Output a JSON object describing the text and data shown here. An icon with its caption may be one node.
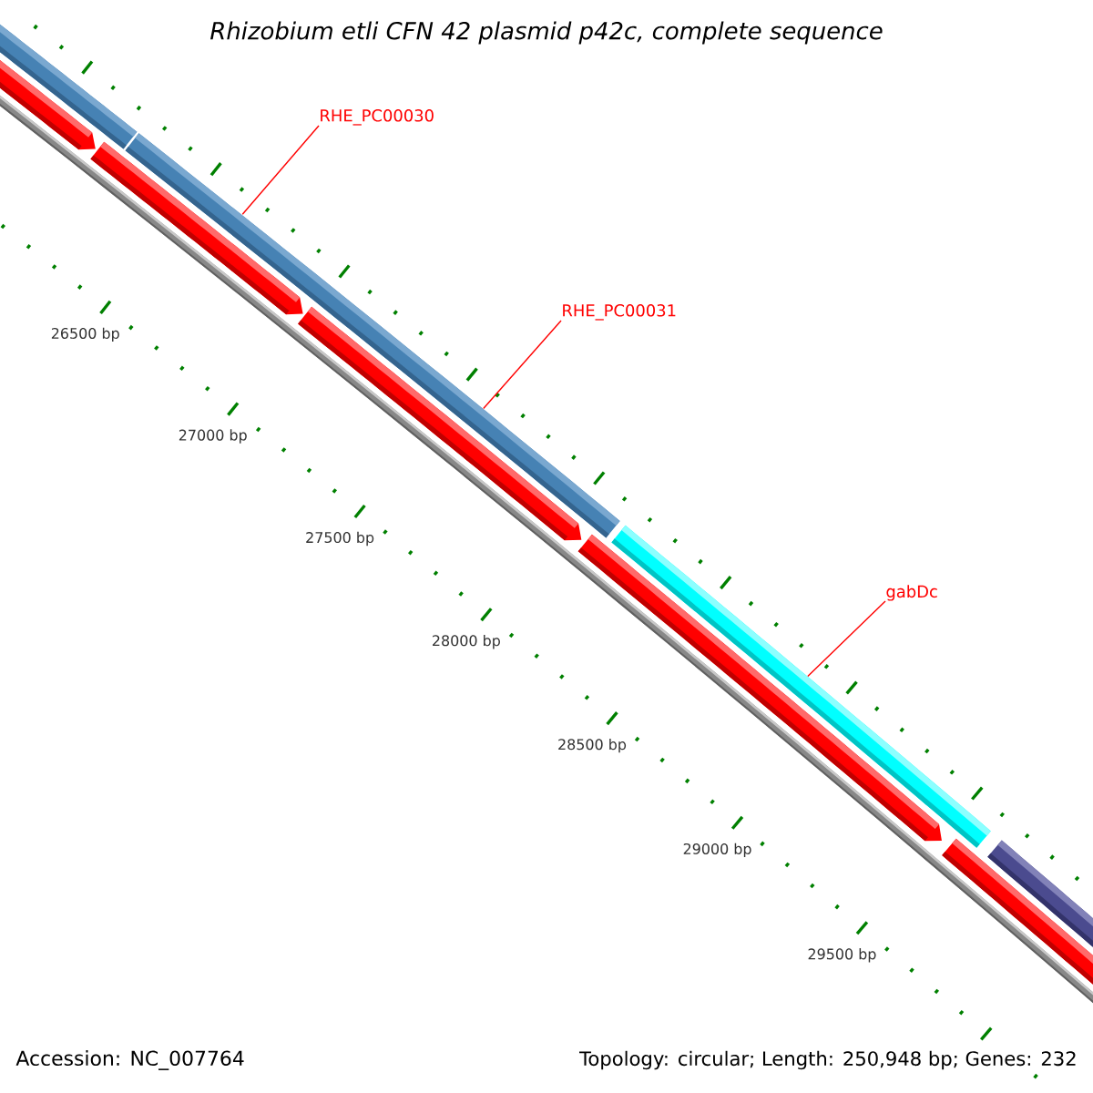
{
  "diagram": {
    "title": "Rhizobium etli CFN 42 plasmid p42c, complete sequence",
    "nodes": [
      {
        "text": [
          "RHE_PC00030"
        ]
      },
      {
        "text": [],
        "shape": "bar"
      },
      {
        "text": [
          "RHE_PC00031"
        ]
      },
      {
        "text": [
          "gabDc"
        ]
      },
      {
        "text": [],
        "shape": "bar"
      }
    ],
    "edges": [
      {
        "from": 0,
        "to": 1,
        "arrow": "none"
      },
      {
        "from": 2,
        "to": 1,
        "arrow": "none"
      },
      {
        "from": 3,
        "to": 4,
        "arrow": "none"
      }
    ],
    "labels": [
      "26500 bp",
      "27000 bp",
      "27500 bp",
      "28000 bp",
      "28500 bp",
      "29000 bp",
      "29500 bp",
      "Accession: NC_007764",
      "Topology: circular; Length: 250,948 bp; Genes: 232"
    ]
  }
}
